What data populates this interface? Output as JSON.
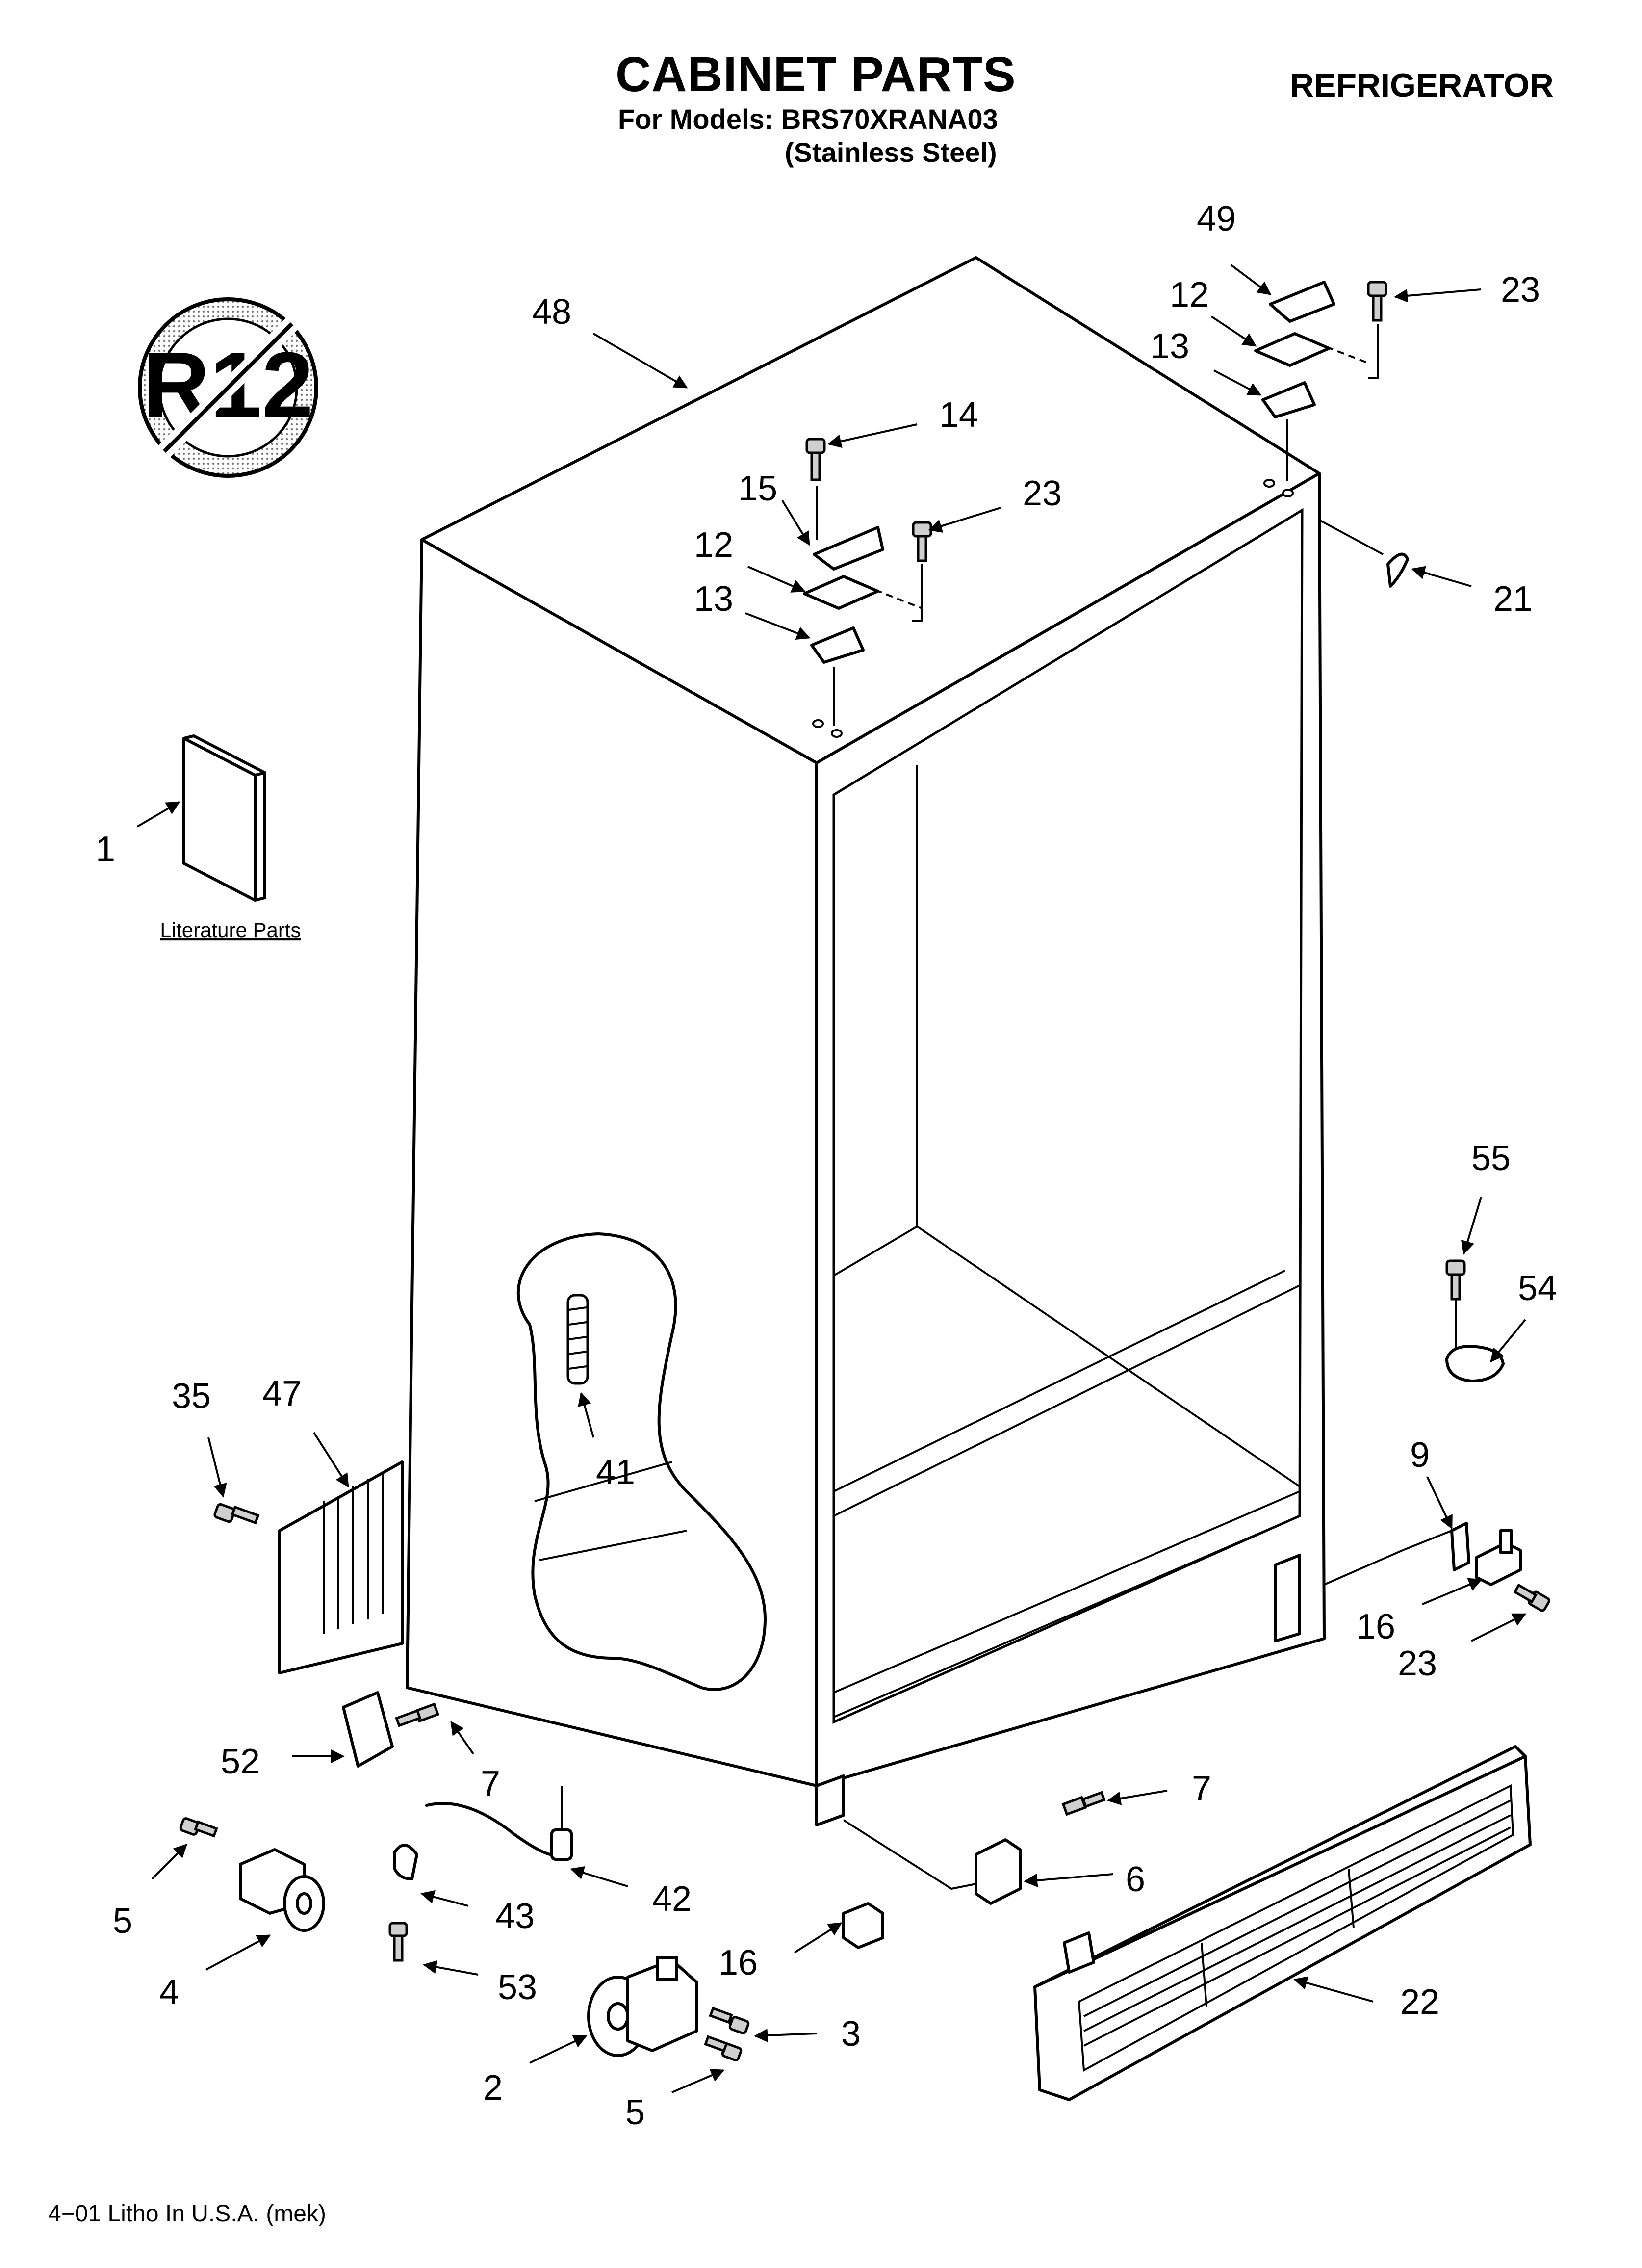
{
  "header": {
    "title": "CABINET PARTS",
    "models_line": "For Models: BRS70XRANA03",
    "finish_line": "(Stainless Steel)",
    "category": "REFRIGERATOR"
  },
  "logo": {
    "text": "R12"
  },
  "literature_label": "Literature Parts",
  "footer": "4−01 Litho In U.S.A. (mek)",
  "callouts": [
    {
      "id": "c49",
      "label": "49"
    },
    {
      "id": "c23a",
      "label": "23"
    },
    {
      "id": "c12a",
      "label": "12"
    },
    {
      "id": "c13a",
      "label": "13"
    },
    {
      "id": "c48",
      "label": "48"
    },
    {
      "id": "c14",
      "label": "14"
    },
    {
      "id": "c15",
      "label": "15"
    },
    {
      "id": "c23b",
      "label": "23"
    },
    {
      "id": "c12b",
      "label": "12"
    },
    {
      "id": "c13b",
      "label": "13"
    },
    {
      "id": "c21",
      "label": "21"
    },
    {
      "id": "c1",
      "label": "1"
    },
    {
      "id": "c55",
      "label": "55"
    },
    {
      "id": "c54",
      "label": "54"
    },
    {
      "id": "c35",
      "label": "35"
    },
    {
      "id": "c47",
      "label": "47"
    },
    {
      "id": "c41",
      "label": "41"
    },
    {
      "id": "c9",
      "label": "9"
    },
    {
      "id": "c16a",
      "label": "16"
    },
    {
      "id": "c23c",
      "label": "23"
    },
    {
      "id": "c52",
      "label": "52"
    },
    {
      "id": "c7a",
      "label": "7"
    },
    {
      "id": "c7b",
      "label": "7"
    },
    {
      "id": "c42",
      "label": "42"
    },
    {
      "id": "c43",
      "label": "43"
    },
    {
      "id": "c6",
      "label": "6"
    },
    {
      "id": "c5a",
      "label": "5"
    },
    {
      "id": "c53",
      "label": "53"
    },
    {
      "id": "c16b",
      "label": "16"
    },
    {
      "id": "c4",
      "label": "4"
    },
    {
      "id": "c3",
      "label": "3"
    },
    {
      "id": "c22",
      "label": "22"
    },
    {
      "id": "c2",
      "label": "2"
    },
    {
      "id": "c5b",
      "label": "5"
    }
  ]
}
